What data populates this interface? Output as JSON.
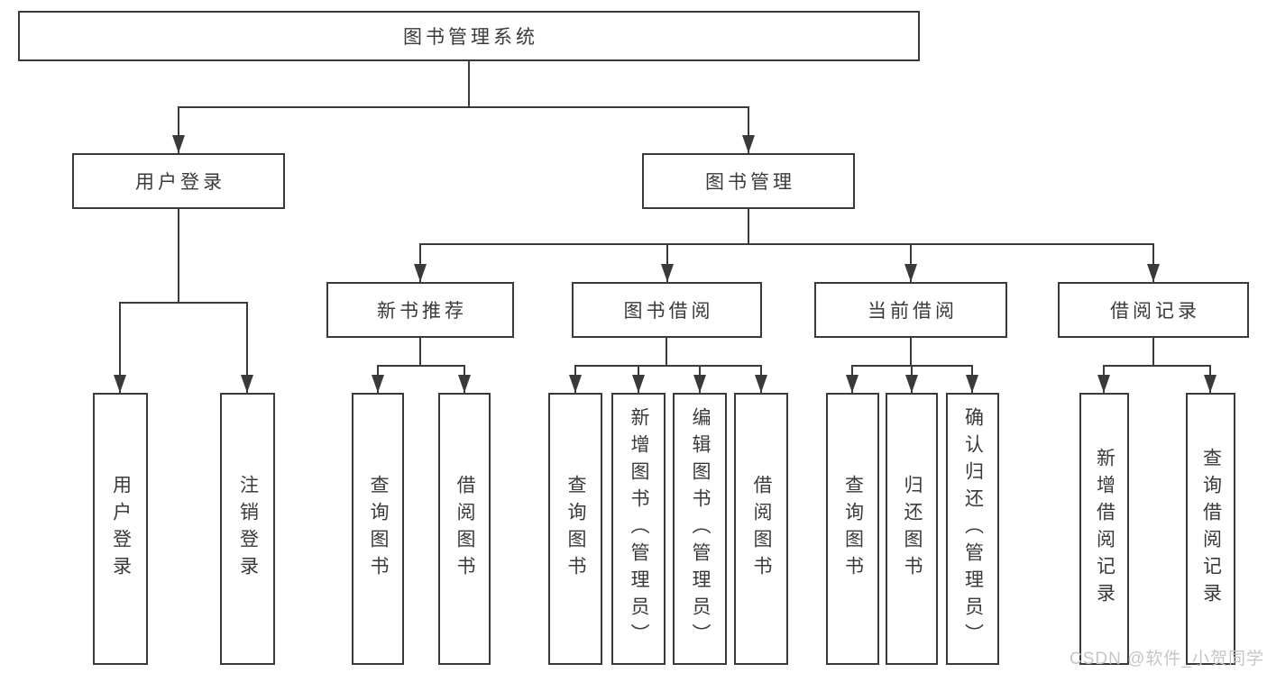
{
  "tree": {
    "label": "图书管理系统",
    "children": [
      {
        "label": "用户登录",
        "children": [
          {
            "label": "用户登录"
          },
          {
            "label": "注销登录"
          }
        ]
      },
      {
        "label": "图书管理",
        "children": [
          {
            "label": "新书推荐",
            "children": [
              {
                "label": "查询图书"
              },
              {
                "label": "借阅图书"
              }
            ]
          },
          {
            "label": "图书借阅",
            "children": [
              {
                "label": "查询图书"
              },
              {
                "label": "新增图书（管理员）"
              },
              {
                "label": "编辑图书（管理员）"
              },
              {
                "label": "借阅图书"
              }
            ]
          },
          {
            "label": "当前借阅",
            "children": [
              {
                "label": "查询图书"
              },
              {
                "label": "归还图书"
              },
              {
                "label": "确认归还（管理员）"
              }
            ]
          },
          {
            "label": "借阅记录",
            "children": [
              {
                "label": "新增借阅记录"
              },
              {
                "label": "查询借阅记录"
              }
            ]
          }
        ]
      }
    ]
  },
  "watermark": {
    "text": "CSDN @软件_小贺同学"
  },
  "colors": {
    "line": "#3a3a3a",
    "text": "#3a3a3a",
    "watermark": "#c6c6c6",
    "background": "#ffffff"
  }
}
